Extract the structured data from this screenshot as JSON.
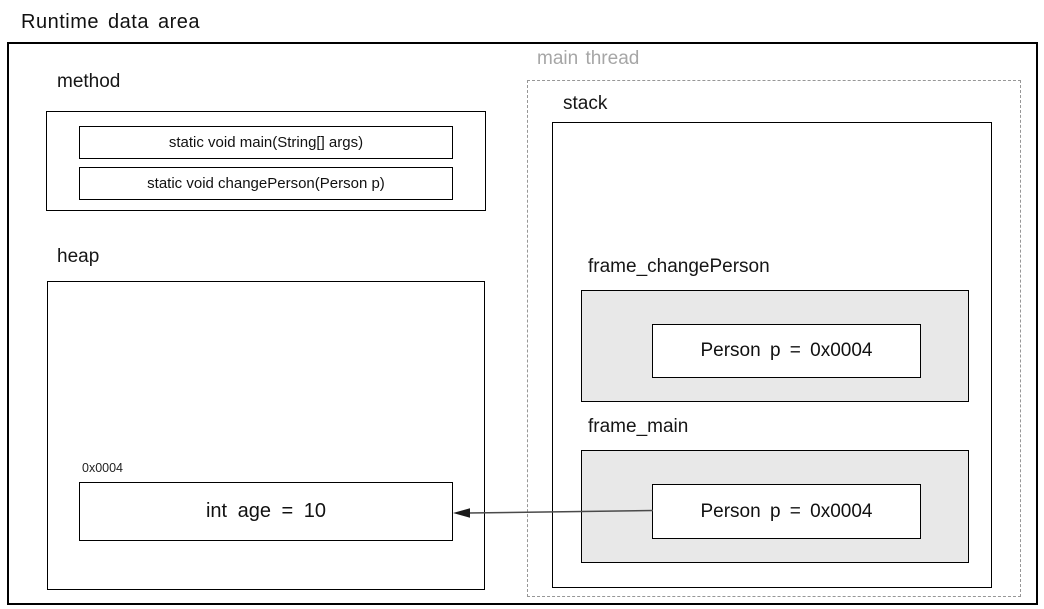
{
  "diagram": {
    "title": "Runtime data area",
    "method_area": {
      "label": "method",
      "entries": [
        {
          "text": "static void main(String[] args)"
        },
        {
          "text": "static void changePerson(Person p)"
        }
      ]
    },
    "heap_area": {
      "label": "heap",
      "address_label": "0x0004",
      "object_text": "int age = 10"
    },
    "main_thread": {
      "label": "main thread",
      "stack": {
        "label": "stack",
        "frames": [
          {
            "label": "frame_changePerson",
            "variable": "Person p = 0x0004"
          },
          {
            "label": "frame_main",
            "variable": "Person p = 0x0004"
          }
        ]
      }
    },
    "arrow": {
      "from": "frame_main Person p",
      "to": "heap 0x0004 object",
      "direction": "left"
    },
    "colors": {
      "background": "#ffffff",
      "border": "#000000",
      "frame_fill": "#e8e8e8",
      "dashed_border": "#979797",
      "thread_label_text": "#a6a6a6",
      "arrow_line": "#4a4a4a"
    }
  }
}
